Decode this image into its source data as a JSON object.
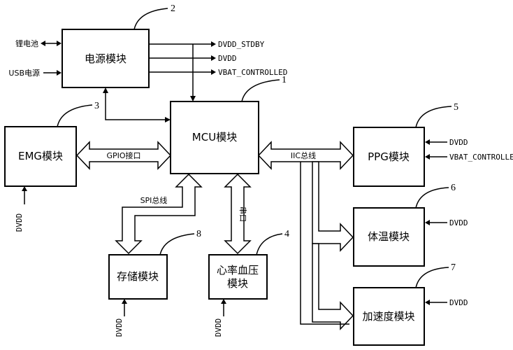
{
  "blocks": {
    "power": "电源模块",
    "mcu": "MCU模块",
    "emg": "EMG模块",
    "ppg": "PPG模块",
    "temp": "体温模块",
    "accel": "加速度模块",
    "storage": "存储模块",
    "heart_bp_line1": "心率血压",
    "heart_bp_line2": "模块"
  },
  "inputs": {
    "battery": "锂电池",
    "usb": "USB电源"
  },
  "outputs": {
    "dvdd_stdby": "DVDD_STDBY",
    "dvdd": "DVDD",
    "vbat_controlled": "VBAT_CONTROLLED"
  },
  "interfaces": {
    "gpio": "GPIO接口",
    "iic": "IIC总线",
    "spi": "SPI总线",
    "uart": "串口"
  },
  "supply": {
    "ppg_dvdd": "DVDD",
    "ppg_vbat": "VBAT_CONTROLLED",
    "temp_dvdd": "DVDD",
    "accel_dvdd": "DVDD",
    "emg_dvdd": "DVDD",
    "storage_dvdd": "DVDD",
    "heart_dvdd": "DVDD"
  },
  "refs": {
    "mcu": "1",
    "power": "2",
    "emg": "3",
    "heart": "4",
    "ppg": "5",
    "temp": "6",
    "accel": "7",
    "storage": "8"
  }
}
